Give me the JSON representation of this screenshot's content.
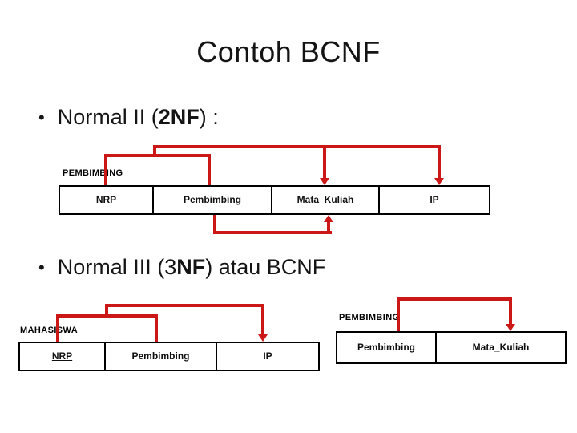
{
  "slide": {
    "title": "Contoh BCNF",
    "bullets": [
      {
        "marker": "•",
        "pre": "Normal II (",
        "bold": "2NF",
        "post": ") :"
      },
      {
        "marker": "•",
        "pre": "Normal III (3",
        "bold": "NF",
        "post": ") atau BCNF"
      }
    ]
  },
  "diagram_2nf": {
    "table_label": "PEMBIMBING",
    "columns": [
      "NRP",
      "Pembimbing",
      "Mata_Kuliah",
      "IP"
    ],
    "primary_key": "NRP"
  },
  "diagram_3nf": {
    "left_table": {
      "table_label": "MAHASISWA",
      "columns": [
        "NRP",
        "Pembimbing",
        "IP"
      ],
      "primary_key": "NRP"
    },
    "right_table": {
      "table_label": "PEMBIMBING",
      "columns": [
        "Pembimbing",
        "Mata_Kuliah"
      ]
    }
  },
  "colors": {
    "arrow_red": "#cc1717",
    "text": "#141414",
    "table_border": "#000000",
    "background": "#ffffff"
  }
}
